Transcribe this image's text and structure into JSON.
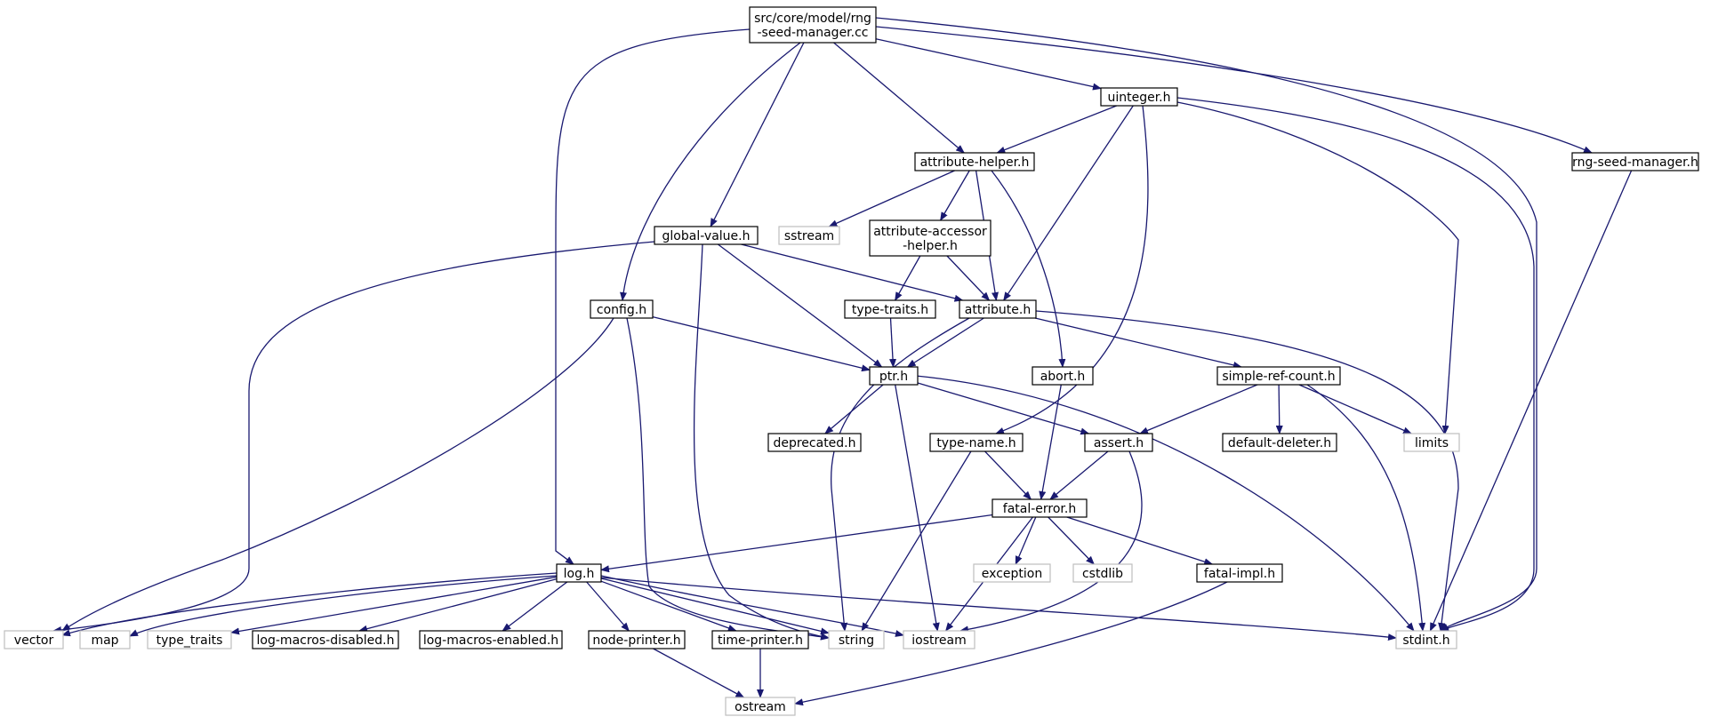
{
  "colors": {
    "edge": "#191970",
    "root_fill": "#bfbfbf",
    "box_stroke": "#000000",
    "external_stroke": "#bfbfbf",
    "background": "#ffffff"
  },
  "nodes": {
    "root": {
      "lines": [
        "src/core/model/rng",
        "-seed-manager.cc"
      ],
      "kind": "root"
    },
    "uinteger": {
      "lines": [
        "uinteger.h"
      ],
      "kind": "header"
    },
    "attribute_helper": {
      "lines": [
        "attribute-helper.h"
      ],
      "kind": "header"
    },
    "rng_seed_manager": {
      "lines": [
        "rng-seed-manager.h"
      ],
      "kind": "header"
    },
    "sstream": {
      "lines": [
        "sstream"
      ],
      "kind": "system"
    },
    "attribute_accessor_helper": {
      "lines": [
        "attribute-accessor",
        "-helper.h"
      ],
      "kind": "header"
    },
    "global_value": {
      "lines": [
        "global-value.h"
      ],
      "kind": "header"
    },
    "config": {
      "lines": [
        "config.h"
      ],
      "kind": "header"
    },
    "type_traits_h": {
      "lines": [
        "type-traits.h"
      ],
      "kind": "header"
    },
    "attribute": {
      "lines": [
        "attribute.h"
      ],
      "kind": "header"
    },
    "ptr": {
      "lines": [
        "ptr.h"
      ],
      "kind": "header"
    },
    "abort": {
      "lines": [
        "abort.h"
      ],
      "kind": "header"
    },
    "simple_ref_count": {
      "lines": [
        "simple-ref-count.h"
      ],
      "kind": "header"
    },
    "deprecated": {
      "lines": [
        "deprecated.h"
      ],
      "kind": "header"
    },
    "type_name": {
      "lines": [
        "type-name.h"
      ],
      "kind": "header"
    },
    "assert": {
      "lines": [
        "assert.h"
      ],
      "kind": "header"
    },
    "default_deleter": {
      "lines": [
        "default-deleter.h"
      ],
      "kind": "header"
    },
    "limits": {
      "lines": [
        "limits"
      ],
      "kind": "system"
    },
    "fatal_error": {
      "lines": [
        "fatal-error.h"
      ],
      "kind": "header"
    },
    "log": {
      "lines": [
        "log.h"
      ],
      "kind": "header"
    },
    "exception": {
      "lines": [
        "exception"
      ],
      "kind": "system"
    },
    "cstdlib": {
      "lines": [
        "cstdlib"
      ],
      "kind": "system"
    },
    "fatal_impl": {
      "lines": [
        "fatal-impl.h"
      ],
      "kind": "header"
    },
    "vector": {
      "lines": [
        "vector"
      ],
      "kind": "system"
    },
    "map": {
      "lines": [
        "map"
      ],
      "kind": "system"
    },
    "type_traits": {
      "lines": [
        "type_traits"
      ],
      "kind": "system"
    },
    "log_macros_disabled": {
      "lines": [
        "log-macros-disabled.h"
      ],
      "kind": "header"
    },
    "log_macros_enabled": {
      "lines": [
        "log-macros-enabled.h"
      ],
      "kind": "header"
    },
    "node_printer": {
      "lines": [
        "node-printer.h"
      ],
      "kind": "header"
    },
    "time_printer": {
      "lines": [
        "time-printer.h"
      ],
      "kind": "header"
    },
    "string": {
      "lines": [
        "string"
      ],
      "kind": "system"
    },
    "iostream": {
      "lines": [
        "iostream"
      ],
      "kind": "system"
    },
    "stdint": {
      "lines": [
        "stdint.h"
      ],
      "kind": "system"
    },
    "ostream": {
      "lines": [
        "ostream"
      ],
      "kind": "system"
    }
  },
  "edges": [
    [
      "root",
      "uinteger"
    ],
    [
      "root",
      "attribute_helper"
    ],
    [
      "root",
      "rng_seed_manager"
    ],
    [
      "root",
      "global_value"
    ],
    [
      "root",
      "config"
    ],
    [
      "root",
      "log"
    ],
    [
      "root",
      "stdint"
    ],
    [
      "uinteger",
      "attribute_helper"
    ],
    [
      "uinteger",
      "attribute"
    ],
    [
      "uinteger",
      "type_name"
    ],
    [
      "uinteger",
      "limits"
    ],
    [
      "uinteger",
      "stdint"
    ],
    [
      "attribute_helper",
      "sstream"
    ],
    [
      "attribute_helper",
      "attribute_accessor_helper"
    ],
    [
      "attribute_helper",
      "attribute"
    ],
    [
      "attribute_helper",
      "abort"
    ],
    [
      "rng_seed_manager",
      "stdint"
    ],
    [
      "attribute_accessor_helper",
      "type_traits_h"
    ],
    [
      "attribute_accessor_helper",
      "attribute"
    ],
    [
      "global_value",
      "attribute"
    ],
    [
      "global_value",
      "ptr"
    ],
    [
      "global_value",
      "string"
    ],
    [
      "global_value",
      "vector"
    ],
    [
      "config",
      "ptr"
    ],
    [
      "config",
      "vector"
    ],
    [
      "config",
      "string"
    ],
    [
      "type_traits_h",
      "ptr"
    ],
    [
      "attribute",
      "ptr"
    ],
    [
      "attribute",
      "simple_ref_count"
    ],
    [
      "attribute",
      "string"
    ],
    [
      "attribute",
      "stdint"
    ],
    [
      "ptr",
      "deprecated"
    ],
    [
      "ptr",
      "assert"
    ],
    [
      "ptr",
      "iostream"
    ],
    [
      "ptr",
      "stdint"
    ],
    [
      "abort",
      "fatal_error"
    ],
    [
      "simple_ref_count",
      "assert"
    ],
    [
      "simple_ref_count",
      "default_deleter"
    ],
    [
      "simple_ref_count",
      "limits"
    ],
    [
      "simple_ref_count",
      "stdint"
    ],
    [
      "type_name",
      "fatal_error"
    ],
    [
      "type_name",
      "string"
    ],
    [
      "assert",
      "fatal_error"
    ],
    [
      "assert",
      "iostream"
    ],
    [
      "fatal_error",
      "log"
    ],
    [
      "fatal_error",
      "exception"
    ],
    [
      "fatal_error",
      "cstdlib"
    ],
    [
      "fatal_error",
      "fatal_impl"
    ],
    [
      "fatal_error",
      "iostream"
    ],
    [
      "fatal_impl",
      "ostream"
    ],
    [
      "log",
      "vector"
    ],
    [
      "log",
      "map"
    ],
    [
      "log",
      "type_traits"
    ],
    [
      "log",
      "log_macros_disabled"
    ],
    [
      "log",
      "log_macros_enabled"
    ],
    [
      "log",
      "node_printer"
    ],
    [
      "log",
      "time_printer"
    ],
    [
      "log",
      "string"
    ],
    [
      "log",
      "iostream"
    ],
    [
      "log",
      "stdint"
    ],
    [
      "node_printer",
      "ostream"
    ],
    [
      "time_printer",
      "ostream"
    ]
  ]
}
